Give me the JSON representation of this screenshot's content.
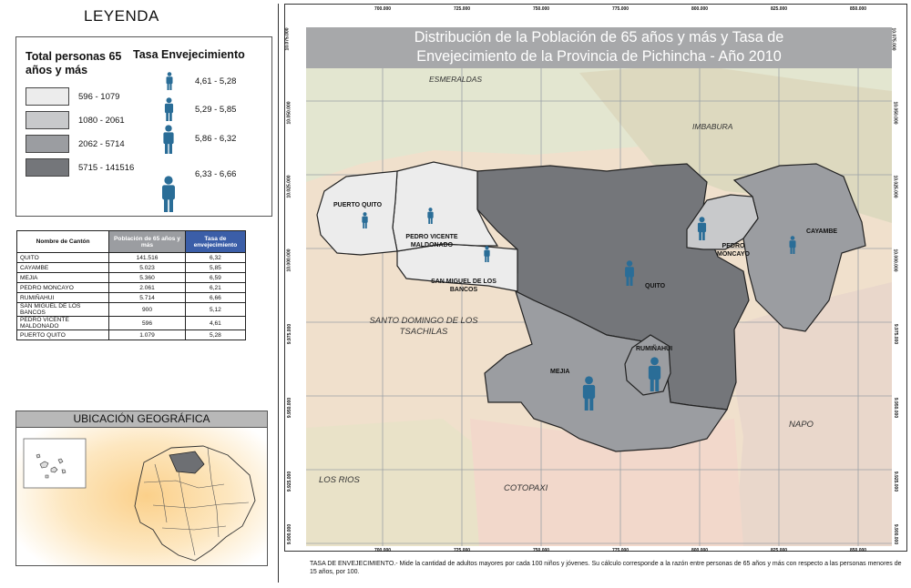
{
  "legend": {
    "title": "LEYENDA",
    "population_heading": "Total personas 65 años y más",
    "rate_heading": "Tasa Envejecimiento",
    "population_classes": [
      {
        "label": "596 - 1079",
        "color": "#ececec"
      },
      {
        "label": "1080 - 2061",
        "color": "#c8c9cb"
      },
      {
        "label": "2062 - 5714",
        "color": "#9b9da1"
      },
      {
        "label": "5715 - 141516",
        "color": "#74767a"
      }
    ],
    "rate_classes": [
      "4,61 - 5,28",
      "5,29 - 5,85",
      "5,86 - 6,32",
      "6,33 - 6,66"
    ],
    "icon": "person-icon",
    "icon_color": "#2a6d97"
  },
  "table": {
    "headers": [
      "Nombre de Cantón",
      "Población de 65 años y más",
      "Tasa de envejecimiento"
    ],
    "header_colors": [
      "#ffffff",
      "#9b9da1",
      "#3b5ea8"
    ],
    "rows": [
      [
        "QUITO",
        "141.516",
        "6,32"
      ],
      [
        "CAYAMBE",
        "5.023",
        "5,85"
      ],
      [
        "MEJIA",
        "5.360",
        "6,59"
      ],
      [
        "PEDRO MONCAYO",
        "2.061",
        "6,21"
      ],
      [
        "RUMIÑAHUI",
        "5.714",
        "6,66"
      ],
      [
        "SAN MIGUEL DE LOS BANCOS",
        "900",
        "5,12"
      ],
      [
        "PEDRO VICENTE MALDONADO",
        "596",
        "4,61"
      ],
      [
        "PUERTO QUITO",
        "1.079",
        "5,28"
      ]
    ]
  },
  "location": {
    "title": "UBICACIÓN GEOGRÁFICA"
  },
  "map": {
    "title_line1": "Distribución de la Población de 65 años y más y Tasa de",
    "title_line2": "Envejecimiento de la Provincia de Pichincha - Año 2010",
    "x_ticks": [
      "700.000",
      "725.000",
      "750.000",
      "775.000",
      "800.000",
      "825.000",
      "850.000"
    ],
    "y_ticks": [
      "10.075.000",
      "10.050.000",
      "10.025.000",
      "10.000.000",
      "9.975.000",
      "9.950.000",
      "9.925.000",
      "9.900.000"
    ],
    "neighbors": [
      "ESMERALDAS",
      "IMBABURA",
      "SANTO DOMINGO DE LOS TSACHILAS",
      "NAPO",
      "LOS RIOS",
      "COTOPAXI"
    ],
    "cantons": [
      "PUERTO QUITO",
      "PEDRO VICENTE MALDONADO",
      "SAN MIGUEL DE LOS BANCOS",
      "QUITO",
      "PEDRO MONCAYO",
      "CAYAMBE",
      "MEJIA",
      "RUMIÑAHUI"
    ],
    "colors": {
      "esmeraldas": "#e3e6d0",
      "imbabura": "#ddd9bf",
      "santo_domingo": "#f0e0cc",
      "napo": "#e9d7cb",
      "cotopaxi": "#f2d8cb",
      "los_rios": "#e9e2c8",
      "grid": "#9aa0a6"
    }
  },
  "footnote": "TASA DE ENVEJECIMIENTO.- Mide la cantidad de adultos mayores por cada 100 niños y jóvenes. Su cálculo corresponde a la razón entre personas de 65 años y más con respecto a las personas menores de 15 años, por 100."
}
